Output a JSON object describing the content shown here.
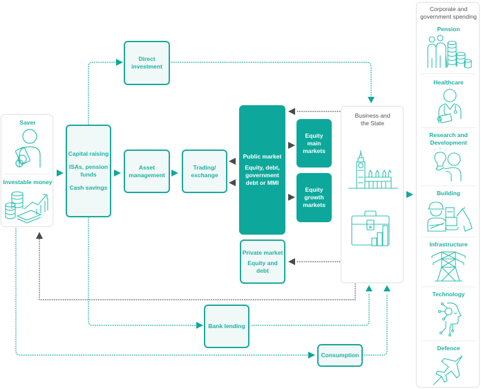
{
  "colors": {
    "teal": "#0da89b",
    "teal_light_bg": "#f0f9f8",
    "teal_text": "#1fb0a3",
    "grey_arrow": "#4a4a4a"
  },
  "saver_panel": {
    "saver_label": "Saver",
    "investable_label": "Investable money",
    "icons": [
      "saver-person-with-money-icon",
      "coins-and-growth-chart-icon"
    ]
  },
  "boxes": {
    "capital_raising": {
      "title": "Capital raising",
      "line2": "ISAs, pension funds",
      "line3": "Cash savings"
    },
    "direct_investment": {
      "label": "Direct investment"
    },
    "asset_management": {
      "label": "Asset management"
    },
    "trading_exchange": {
      "label": "Trading/ exchange"
    },
    "public_market": {
      "title": "Public market",
      "subtitle": "Equity, debt, government debt or MMI"
    },
    "equity_main": {
      "label": "Equity main markets"
    },
    "equity_growth": {
      "label": "Equity growth markets"
    },
    "private_market": {
      "title": "Private market",
      "subtitle": "Equity and debt"
    },
    "bank_lending": {
      "label": "Bank lending"
    },
    "consumption": {
      "label": "Consumption"
    }
  },
  "business_panel": {
    "title": "Business and the State",
    "icons": [
      "big-ben-parliament-icon",
      "briefcase-chart-icon"
    ]
  },
  "spending_panel": {
    "title": "Corporate and government spending",
    "items": [
      {
        "label": "Pension",
        "icon": "pension-family-coins-icon"
      },
      {
        "label": "Healthcare",
        "icon": "doctor-icon"
      },
      {
        "label": "Research and Development",
        "icon": "lightbulb-idea-person-icon"
      },
      {
        "label": "Building",
        "icon": "builder-excavator-icon"
      },
      {
        "label": "Infrastructure",
        "icon": "electricity-pylon-icon"
      },
      {
        "label": "Technology",
        "icon": "ai-head-circuit-icon"
      },
      {
        "label": "Defence",
        "icon": "fighter-jet-icon"
      }
    ]
  }
}
